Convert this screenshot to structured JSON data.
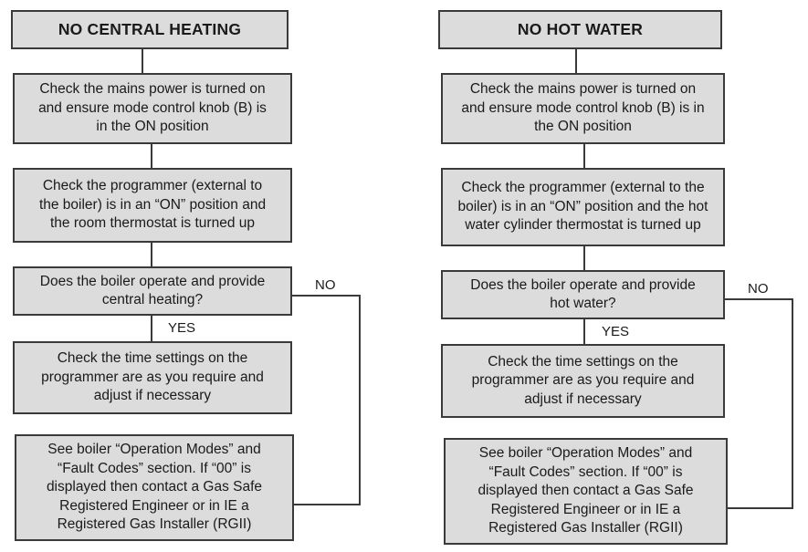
{
  "left": {
    "title": "NO CENTRAL HEATING",
    "step1": [
      "Check the mains power is turned on",
      "and ensure mode control knob (B) is",
      "in the ON position"
    ],
    "step2": [
      "Check the programmer (external to",
      "the boiler) is in an “ON” position and",
      "the room thermostat is turned up"
    ],
    "question": [
      "Does the boiler operate and provide",
      "central heating?"
    ],
    "yes_label": "YES",
    "no_label": "NO",
    "step3": [
      "Check the time settings on the",
      "programmer are as you require and",
      "adjust if necessary"
    ],
    "step4": [
      "See boiler “Operation Modes” and",
      "“Fault Codes” section.  If “00” is",
      "displayed then contact a Gas Safe",
      "Registered Engineer or in IE a",
      "Registered Gas Installer (RGII)"
    ]
  },
  "right": {
    "title": "NO HOT WATER",
    "step1": [
      "Check the mains power is turned on",
      "and ensure mode control knob (B) is in",
      "the ON position"
    ],
    "step2": [
      "Check the programmer (external to the",
      "boiler) is in an “ON” position and the hot",
      "water cylinder thermostat is turned up"
    ],
    "question": [
      "Does the boiler operate and provide",
      "hot water?"
    ],
    "yes_label": "YES",
    "no_label": "NO",
    "step3": [
      "Check the time settings on the",
      "programmer are as you require and",
      "adjust if necessary"
    ],
    "step4": [
      "See boiler “Operation Modes” and",
      "“Fault Codes” section.  If “00” is",
      "displayed then contact a Gas Safe",
      "Registered Engineer or in IE a",
      "Registered Gas Installer (RGII)"
    ]
  }
}
